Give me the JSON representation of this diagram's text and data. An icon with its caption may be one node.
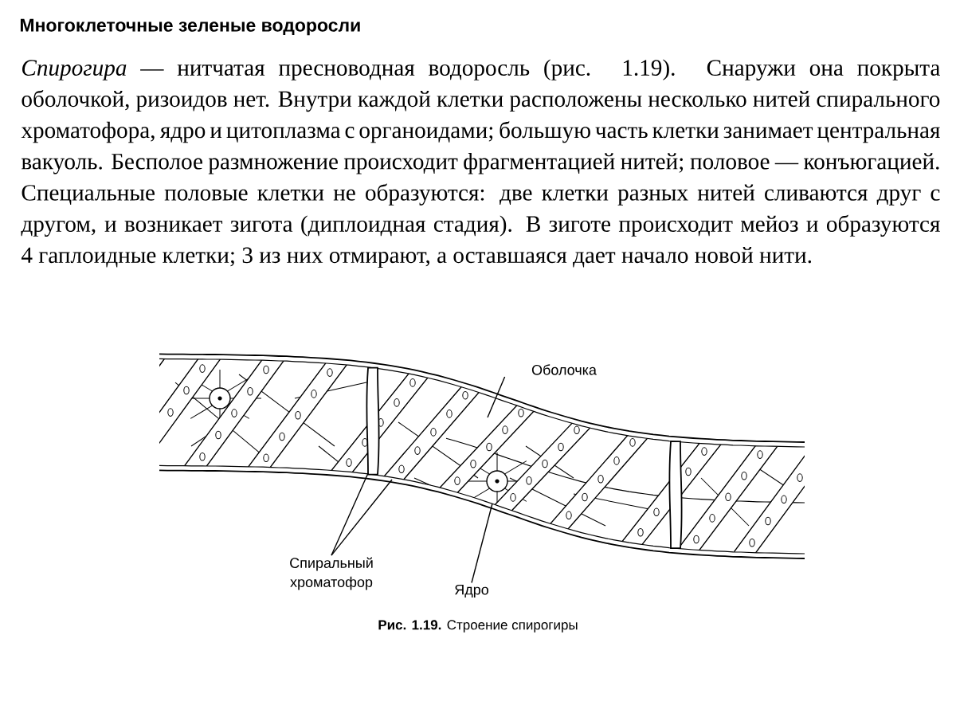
{
  "diagram": {
    "title": "Многоклеточные зеленые водоросли",
    "caption": "**Рис. 1.19.** Строение спирогиры",
    "nodes": [
      {
        "text": [
          "Оболочка"
        ]
      },
      {
        "text": [
          "Спиральный хроматофор"
        ]
      },
      {
        "text": [
          "Ядро"
        ]
      }
    ],
    "edges": [
      {
        "from": 0,
        "to": null,
        "arrow": "none"
      },
      {
        "from": 1,
        "to": null,
        "arrow": "none"
      },
      {
        "from": 1,
        "to": null,
        "arrow": "none"
      },
      {
        "from": 2,
        "to": null,
        "arrow": "none"
      }
    ],
    "labels": [
      "*Спирогира* — нитчатая пресноводная водоросль (рис. 1.19). Снаружи она покрыта оболочкой, ризоидов нет. Внутри каждой клетки расположены несколько нитей спирального хроматофора, ядро и цитоплазма с органоидами; большую часть клетки занимает центральная вакуоль. Бесполое размножение происходит фрагментацией нитей; половое — конъюгацией. Специальные половые клетки не образуются: две клетки разных нитей сливаются друг с другом, и возникает зигота (диплоидная стадия). В зиготе происходит мейоз и образуются 4 гаплоидные клетки; 3 из них отмирают, а оставшаяся дает начало новой нити."
    ]
  }
}
